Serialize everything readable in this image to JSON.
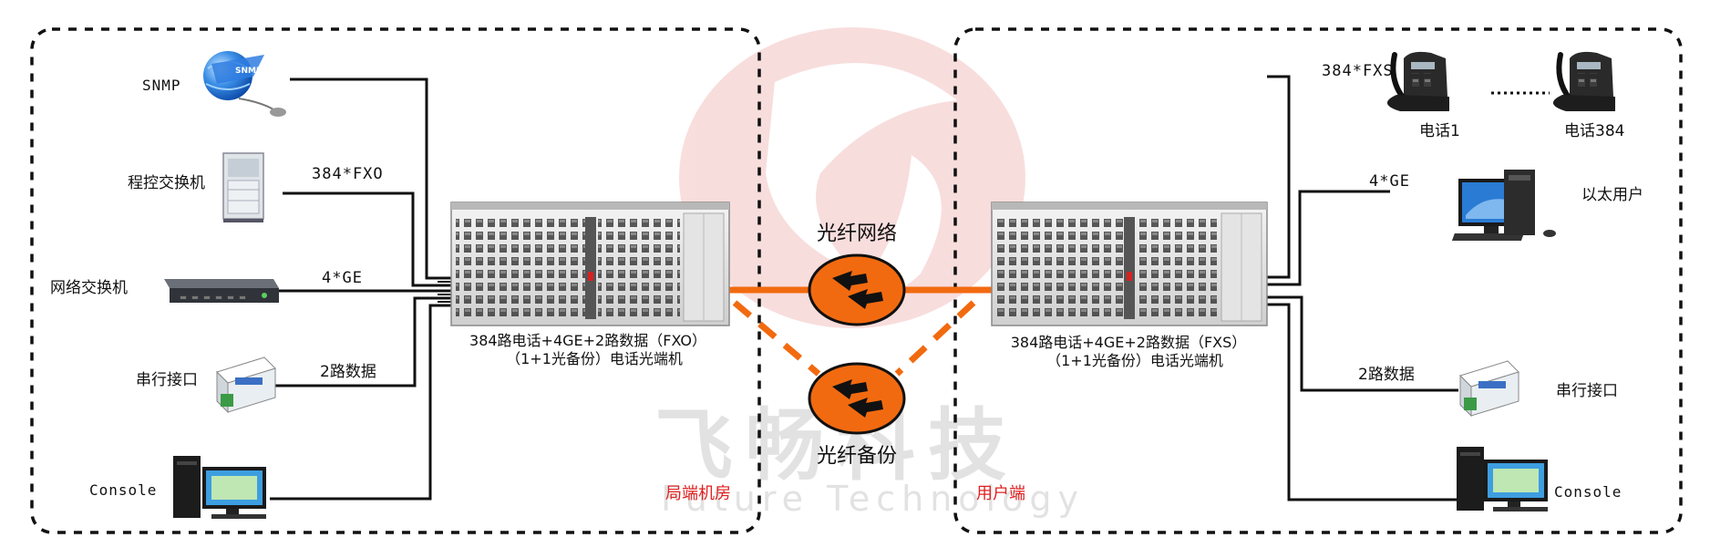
{
  "watermark": {
    "brand": "飞畅科技",
    "sub": "Future Technology"
  },
  "left": {
    "zone_label": "局端机房",
    "items": [
      {
        "name": "SNMP",
        "link": "",
        "icon": "globe-icon"
      },
      {
        "name": "程控交换机",
        "link": "384*FXO",
        "icon": "exchange-cabinet-icon"
      },
      {
        "name": "网络交换机",
        "link": "4*GE",
        "icon": "network-switch-icon"
      },
      {
        "name": "串行接口",
        "link": "2路数据",
        "icon": "serial-converter-icon"
      },
      {
        "name": "Console",
        "link": "",
        "icon": "computer-icon"
      }
    ],
    "device_line1": "384路电话+4GE+2路数据（FXO）",
    "device_line2": "（1+1光备份）电话光端机"
  },
  "right": {
    "zone_label": "用户端",
    "items": [
      {
        "name": "以太用户",
        "link": "4*GE",
        "icon": "desktop-computer-icon"
      },
      {
        "name": "串行接口",
        "link": "2路数据",
        "icon": "serial-converter-icon"
      },
      {
        "name": "Console",
        "link": "",
        "icon": "computer-icon"
      }
    ],
    "phones": {
      "link": "384*FXS",
      "first": "电话1",
      "last": "电话384"
    },
    "device_line1": "384路电话+4GE+2路数据（FXS）",
    "device_line2": "（1+1光备份）电话光端机"
  },
  "fiber": {
    "main": "光纤网络",
    "backup": "光纤备份"
  },
  "colors": {
    "fiber": "#f26a10",
    "lines": "#111111",
    "zone_label": "#e02020",
    "watermark": "#f2c7c7"
  }
}
